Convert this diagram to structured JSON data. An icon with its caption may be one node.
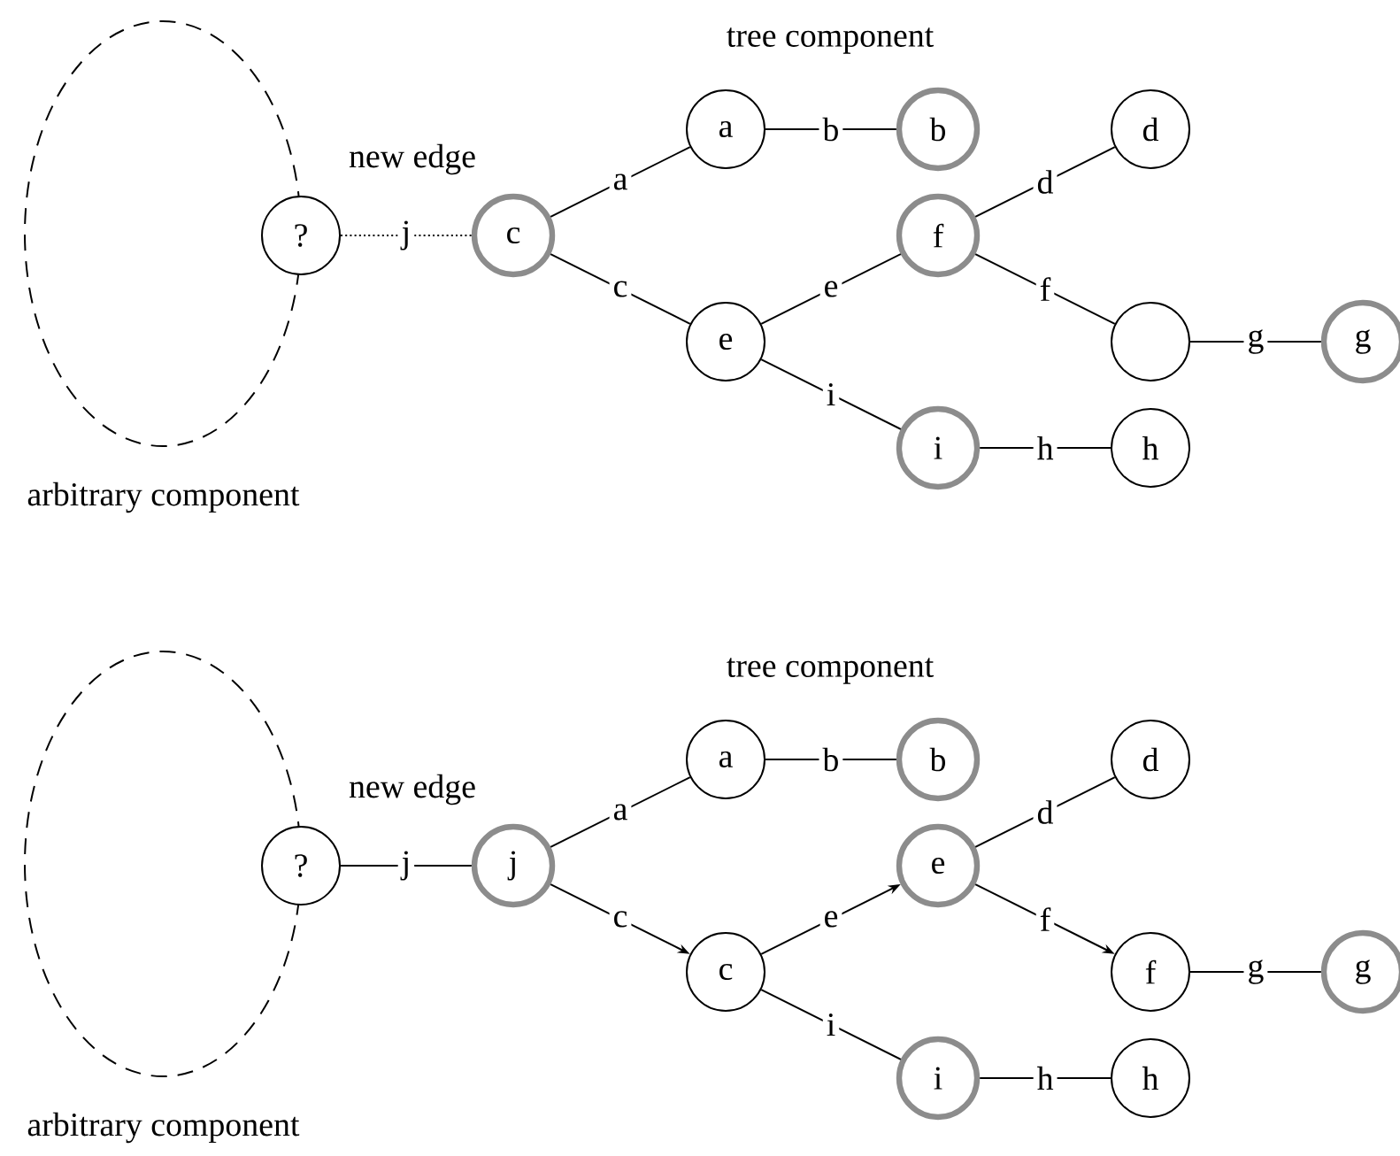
{
  "diagram": {
    "nodes": [
      {
        "text": [
          "arbitrary component"
        ]
      },
      {
        "text": [
          "?"
        ]
      },
      {
        "text": [
          "c"
        ]
      },
      {
        "text": [
          "a"
        ]
      },
      {
        "text": [
          "b"
        ]
      },
      {
        "text": [
          "d"
        ]
      },
      {
        "text": [
          "f"
        ]
      },
      {
        "text": [
          "e"
        ]
      },
      {
        "text": [],
        "shape": "circle"
      },
      {
        "text": [
          "g"
        ]
      },
      {
        "text": [
          "i"
        ]
      },
      {
        "text": [
          "h"
        ]
      },
      {
        "text": [
          "arbitrary component"
        ]
      },
      {
        "text": [
          "?"
        ]
      },
      {
        "text": [
          "j"
        ]
      },
      {
        "text": [
          "a"
        ]
      },
      {
        "text": [
          "b"
        ]
      },
      {
        "text": [
          "d"
        ]
      },
      {
        "text": [
          "e"
        ]
      },
      {
        "text": [
          "c"
        ]
      },
      {
        "text": [
          "f"
        ]
      },
      {
        "text": [
          "g"
        ]
      },
      {
        "text": [
          "i"
        ]
      },
      {
        "text": [
          "h"
        ]
      }
    ],
    "edges": [
      {
        "from": 1,
        "to": 2,
        "arrow": "none",
        "label": "j",
        "style": "dashed"
      },
      {
        "from": 2,
        "to": 3,
        "arrow": "none",
        "label": "a"
      },
      {
        "from": 2,
        "to": 7,
        "arrow": "none",
        "label": "c"
      },
      {
        "from": 3,
        "to": 4,
        "arrow": "none",
        "label": "b"
      },
      {
        "from": 7,
        "to": 6,
        "arrow": "none",
        "label": "e"
      },
      {
        "from": 6,
        "to": 5,
        "arrow": "none",
        "label": "d"
      },
      {
        "from": 6,
        "to": 8,
        "arrow": "none",
        "label": "f"
      },
      {
        "from": 8,
        "to": 9,
        "arrow": "none",
        "label": "g"
      },
      {
        "from": 7,
        "to": 10,
        "arrow": "none",
        "label": "i"
      },
      {
        "from": 10,
        "to": 11,
        "arrow": "none",
        "label": "h"
      },
      {
        "from": 13,
        "to": 14,
        "arrow": "none",
        "label": "j"
      },
      {
        "from": 14,
        "to": 15,
        "arrow": "none",
        "label": "a"
      },
      {
        "from": 14,
        "to": 19,
        "arrow": "to",
        "label": "c"
      },
      {
        "from": 15,
        "to": 16,
        "arrow": "none",
        "label": "b"
      },
      {
        "from": 19,
        "to": 18,
        "arrow": "to",
        "label": "e"
      },
      {
        "from": 18,
        "to": 17,
        "arrow": "none",
        "label": "d"
      },
      {
        "from": 18,
        "to": 20,
        "arrow": "to",
        "label": "f"
      },
      {
        "from": 20,
        "to": 21,
        "arrow": "none",
        "label": "g"
      },
      {
        "from": 19,
        "to": 22,
        "arrow": "none",
        "label": "i"
      },
      {
        "from": 22,
        "to": 23,
        "arrow": "none",
        "label": "h"
      }
    ],
    "labels": [
      "tree component",
      "new edge",
      "tree component",
      "new edge"
    ]
  }
}
